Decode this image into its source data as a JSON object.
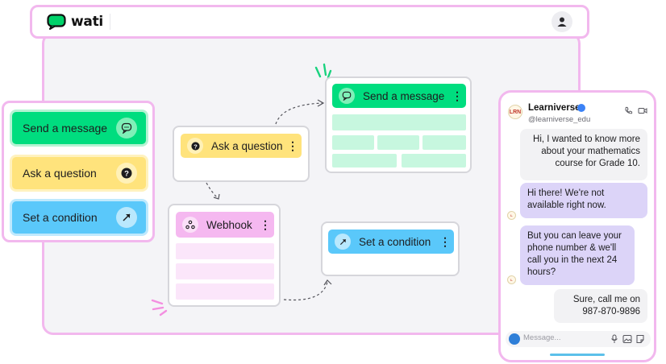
{
  "brand": {
    "name": "wati"
  },
  "palette": {
    "items": [
      {
        "label": "Send a message",
        "icon": "chat-bubble-icon",
        "color": "#00dd7f"
      },
      {
        "label": "Ask a question",
        "icon": "question-mark-icon",
        "color": "#ffe37c"
      },
      {
        "label": "Set a condition",
        "icon": "condition-arrow-icon",
        "color": "#5ac8fa"
      }
    ]
  },
  "flow": {
    "ask_question": {
      "label": "Ask a question",
      "icon": "question-mark-icon",
      "color": "#ffe37c"
    },
    "send_message": {
      "label": "Send a message",
      "icon": "chat-bubble-icon",
      "color": "#00dd7f",
      "placeholder_color": "#c7f7df"
    },
    "webhook": {
      "label": "Webhook",
      "icon": "webhook-icon",
      "color": "#f5b8f0",
      "placeholder_color": "#fbe6fa"
    },
    "set_condition": {
      "label": "Set a condition",
      "icon": "condition-arrow-icon",
      "color": "#5ac8fa"
    }
  },
  "chat": {
    "name": "Learniverse",
    "handle": "@learniverse_edu",
    "avatar_text": "LRN",
    "messages": [
      {
        "from": "user",
        "text": "Hi, I wanted to know more about your mathematics course for Grade 10."
      },
      {
        "from": "bot",
        "text": "Hi there! We're not available right now."
      },
      {
        "from": "bot",
        "text": "But you can leave your phone number & we'll call you in the next 24 hours?"
      },
      {
        "from": "user",
        "text": "Sure, call me on 987-870-9896"
      }
    ],
    "input_placeholder": "Message..."
  },
  "colors": {
    "accent_border": "#f2b8ee",
    "canvas_bg": "#f4f4f7",
    "bot_bubble": "#dcd4f8",
    "user_bubble": "#f2f2f4"
  }
}
